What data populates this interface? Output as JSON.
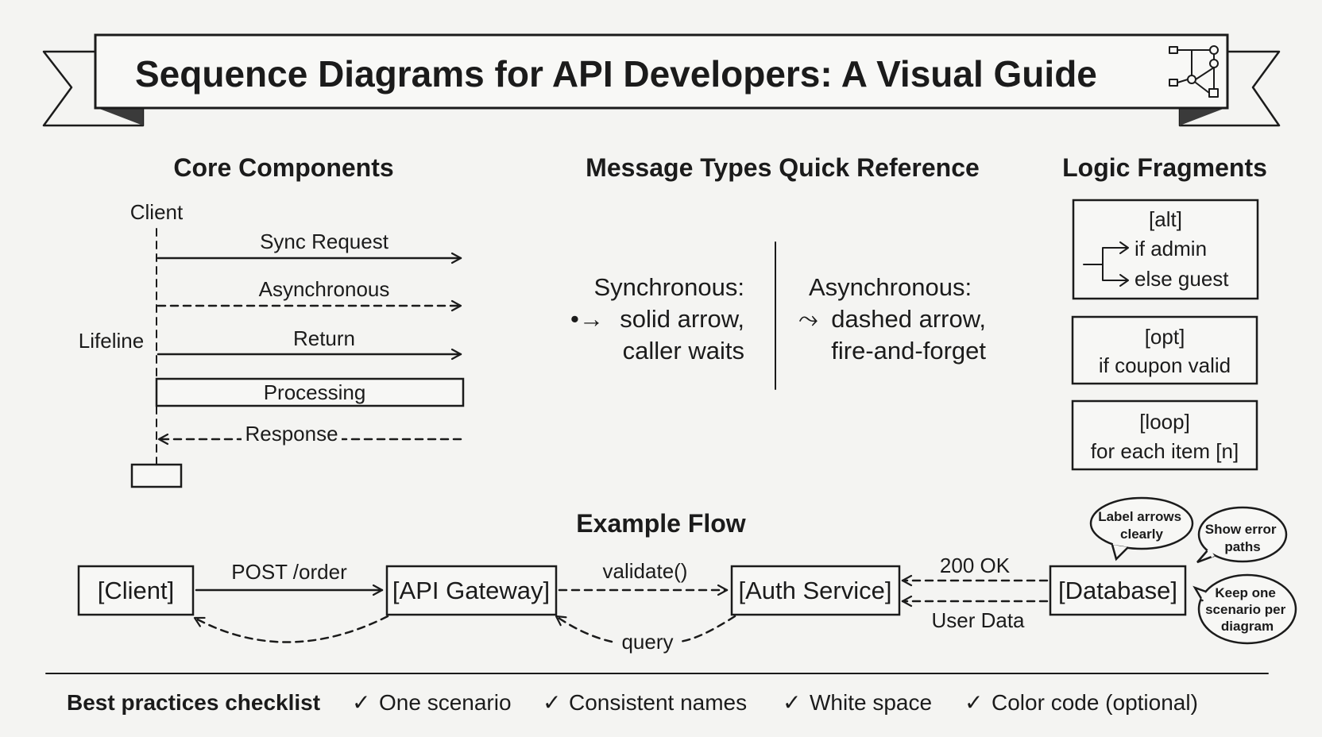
{
  "title": "Sequence Diagrams for API Developers: A Visual Guide",
  "core_components": {
    "heading": "Core Components",
    "client_label": "Client",
    "lifeline_label": "Lifeline",
    "sync_request": "Sync Request",
    "asynchronous": "Asynchronous",
    "return": "Return",
    "processing": "Processing",
    "response": "Response"
  },
  "message_types": {
    "heading": "Message Types Quick Reference",
    "sync": {
      "title": "Synchronous:",
      "line1": "solid arrow,",
      "line2": "caller waits",
      "symbol": "•→"
    },
    "async": {
      "title": "Asynchronous:",
      "line1": "dashed arrow,",
      "line2": "fire-and-forget",
      "symbol": "⤳"
    }
  },
  "logic_fragments": {
    "heading": "Logic Fragments",
    "alt": {
      "tag": "[alt]",
      "branch1": "if admin",
      "branch2": "else guest"
    },
    "opt": {
      "tag": "[opt]",
      "condition": "if coupon valid"
    },
    "loop": {
      "tag": "[loop]",
      "condition": "for each item [n]"
    }
  },
  "example_flow": {
    "heading": "Example Flow",
    "participants": [
      "[Client]",
      "[API Gateway]",
      "[Auth Service]",
      "[Database]"
    ],
    "messages": {
      "post_order": "POST /order",
      "validate": "validate()",
      "ok_200": "200 OK",
      "user_data": "User Data",
      "query": "query"
    },
    "tips": [
      "Label arrows clearly",
      "Show error paths",
      "Keep one scenario per diagram"
    ]
  },
  "checklist": {
    "heading": "Best practices checklist",
    "check_mark": "✓",
    "items": [
      "One scenario",
      "Consistent names",
      "White space",
      "Color code (optional)"
    ]
  }
}
